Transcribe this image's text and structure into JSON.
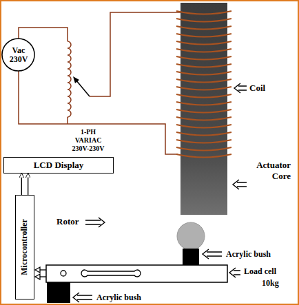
{
  "diagram": {
    "nodes": [
      {
        "text": [
          "Vac 230V"
        ]
      },
      {
        "text": [
          "LCD Display"
        ]
      },
      {
        "text": [
          "Microcontroller"
        ]
      }
    ],
    "edges": [
      {
        "from": 2,
        "to": 1,
        "arrow": "to"
      },
      {
        "from": 2,
        "to": 1,
        "arrow": "to"
      }
    ],
    "labels": [
      "1-PH VARIAC 230V-230V",
      "Coil",
      "Actuator Core",
      "Rotor",
      "Acrylic bush",
      "Load cell",
      "10kg",
      "Acrylic bush"
    ]
  }
}
